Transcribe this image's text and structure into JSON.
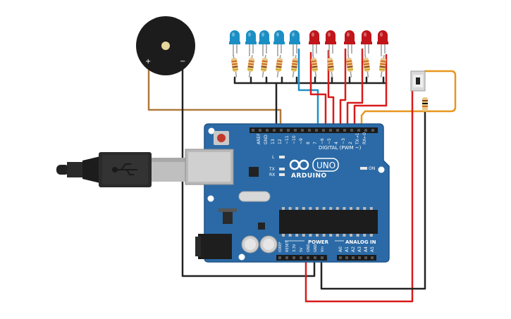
{
  "board": {
    "digital_label": "DIGITAL (PWM ~)",
    "logo_text": "ARDUINO",
    "model_text": "UNO",
    "power_label": "POWER",
    "analog_label": "ANALOG IN",
    "on_label": "ON",
    "l_label": "L",
    "tx_label": "TX",
    "rx_label": "RX",
    "aref_label": "AREF",
    "gnd_label": "GND",
    "digital_pins": [
      "13",
      "12",
      "~11",
      "~10",
      "~9",
      "8",
      "7",
      "~6",
      "~5",
      "4",
      "~3",
      "2",
      "TX→1",
      "RX←0"
    ],
    "power_pins": [
      "IOREF",
      "RESET",
      "3.3V",
      "5V",
      "GND",
      "GND",
      "Vin"
    ],
    "analog_pins": [
      "A0",
      "A1",
      "A2",
      "A3",
      "A4",
      "A5"
    ],
    "colors": {
      "board": "#2b6aa6",
      "board_edge": "#1f5488"
    }
  },
  "buzzer": {
    "plus_label": "+",
    "minus_label": "−"
  },
  "leds": {
    "blue_count": 5,
    "red_count": 5,
    "colors": {
      "blue": "#1b8fc4",
      "red": "#c0151a"
    }
  },
  "wires": {
    "colors": {
      "black": "#222222",
      "red": "#d91a1a",
      "brown": "#b07a3c",
      "orange": "#e8961e",
      "cyan": "#1f8fc7"
    }
  },
  "usb": {
    "icon": "usb-icon"
  }
}
